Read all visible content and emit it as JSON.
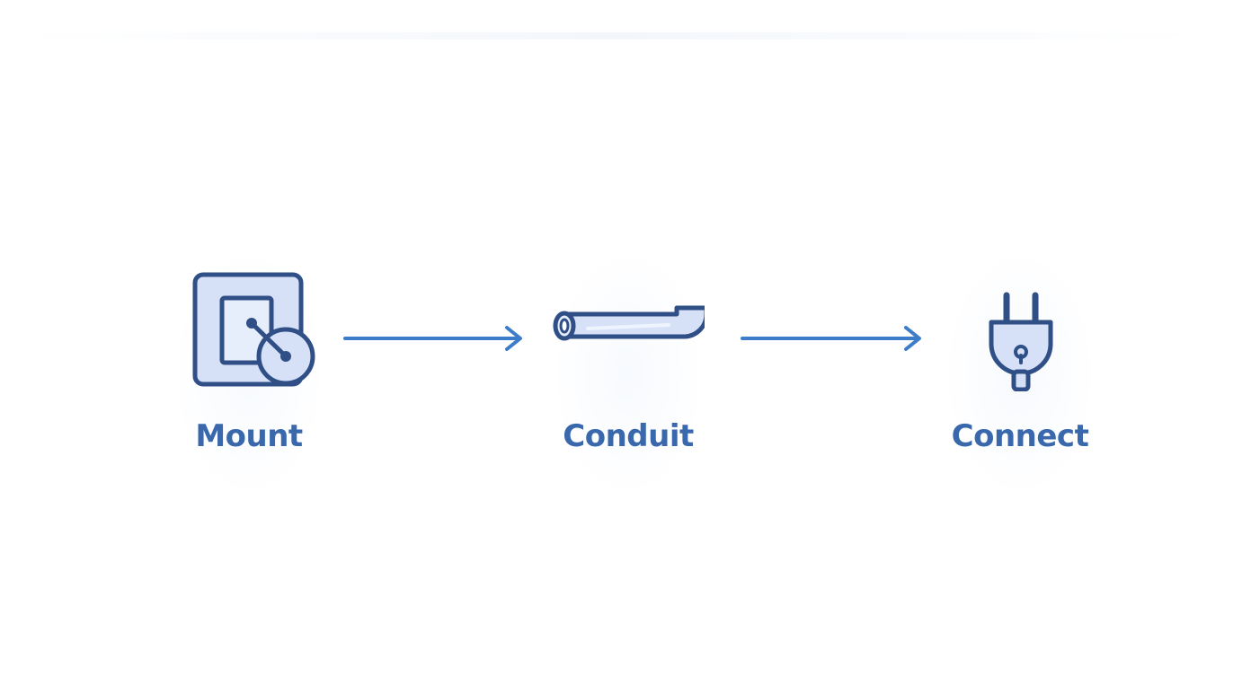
{
  "diagram": {
    "steps": [
      {
        "label": "Mount",
        "icon": "wall-box-mount-icon"
      },
      {
        "label": "Conduit",
        "icon": "conduit-pipe-icon"
      },
      {
        "label": "Connect",
        "icon": "power-plug-icon"
      }
    ],
    "colors": {
      "stroke": "#2f4f86",
      "fill": "#d6e1f8",
      "label": "#3a68ad",
      "arrow": "#3d7cc9"
    }
  }
}
